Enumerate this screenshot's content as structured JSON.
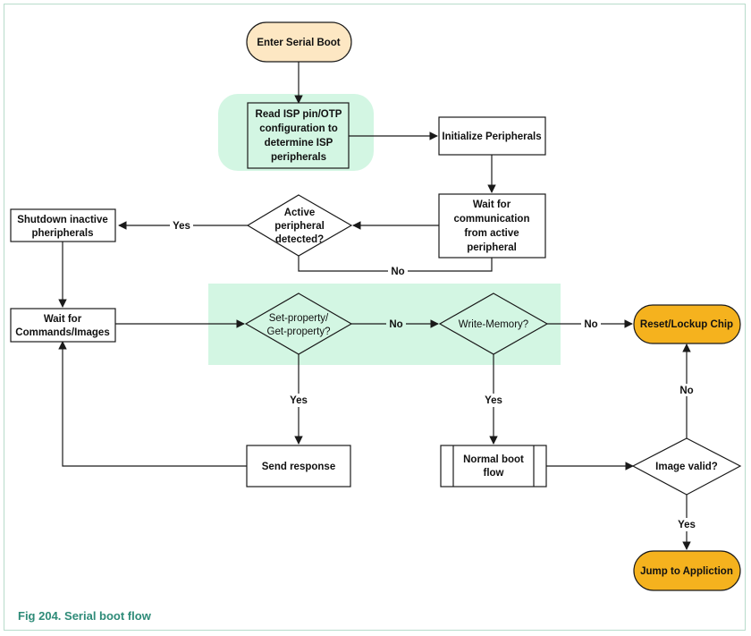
{
  "colors": {
    "start_fill": "#fde7c3",
    "terminal_fill": "#f5b21e",
    "highlight": "#d3f6e3",
    "box_stroke": "#1a1a1a",
    "caption": "#2e8b78"
  },
  "nodes": {
    "enter_serial_boot": "Enter Serial Boot",
    "read_isp": [
      "Read ISP pin/OTP",
      "configuration to",
      "determine ISP",
      "peripherals"
    ],
    "init_peripherals": "Initialize Peripherals",
    "wait_comm": [
      "Wait for",
      "communication",
      "from active",
      "peripheral"
    ],
    "active_detected": [
      "Active",
      "peripheral",
      "detected?"
    ],
    "shutdown": [
      "Shutdown inactive",
      "pheripherals"
    ],
    "wait_commands": [
      "Wait for",
      "Commands/Images"
    ],
    "set_get_property": [
      "Set-property/",
      "Get-property?"
    ],
    "write_memory": "Write-Memory?",
    "reset_lockup": "Reset/Lockup Chip",
    "send_response": "Send response",
    "normal_boot": [
      "Normal boot",
      "flow"
    ],
    "image_valid": "Image valid?",
    "jump_app": "Jump to Appliction"
  },
  "edge_labels": {
    "yes_shutdown": "Yes",
    "no_loop": "No",
    "no_setget": "No",
    "no_write": "No",
    "yes_setget": "Yes",
    "yes_write": "Yes",
    "no_image": "No",
    "yes_image": "Yes"
  },
  "caption": "Fig 204. Serial boot flow"
}
